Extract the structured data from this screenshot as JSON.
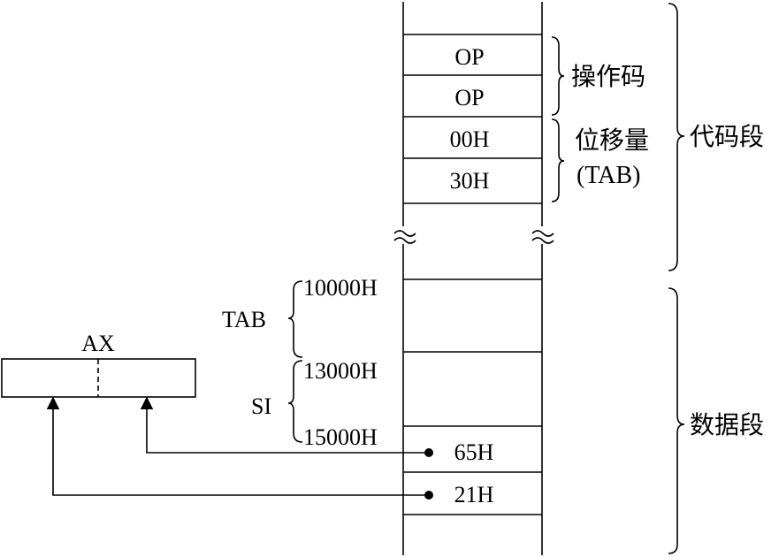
{
  "memory": {
    "cells": [
      "OP",
      "OP",
      "00H",
      "30H",
      "65H",
      "21H"
    ]
  },
  "annotations": {
    "opcode": "操作码",
    "displacement_line1": "位移量",
    "displacement_line2": "(TAB)",
    "code_segment": "代码段",
    "data_segment": "数据段"
  },
  "addresses": {
    "a1": "10000H",
    "a2": "13000H",
    "a3": "15000H"
  },
  "ranges": {
    "tab": "TAB",
    "si": "SI"
  },
  "register": {
    "name": "AX"
  }
}
